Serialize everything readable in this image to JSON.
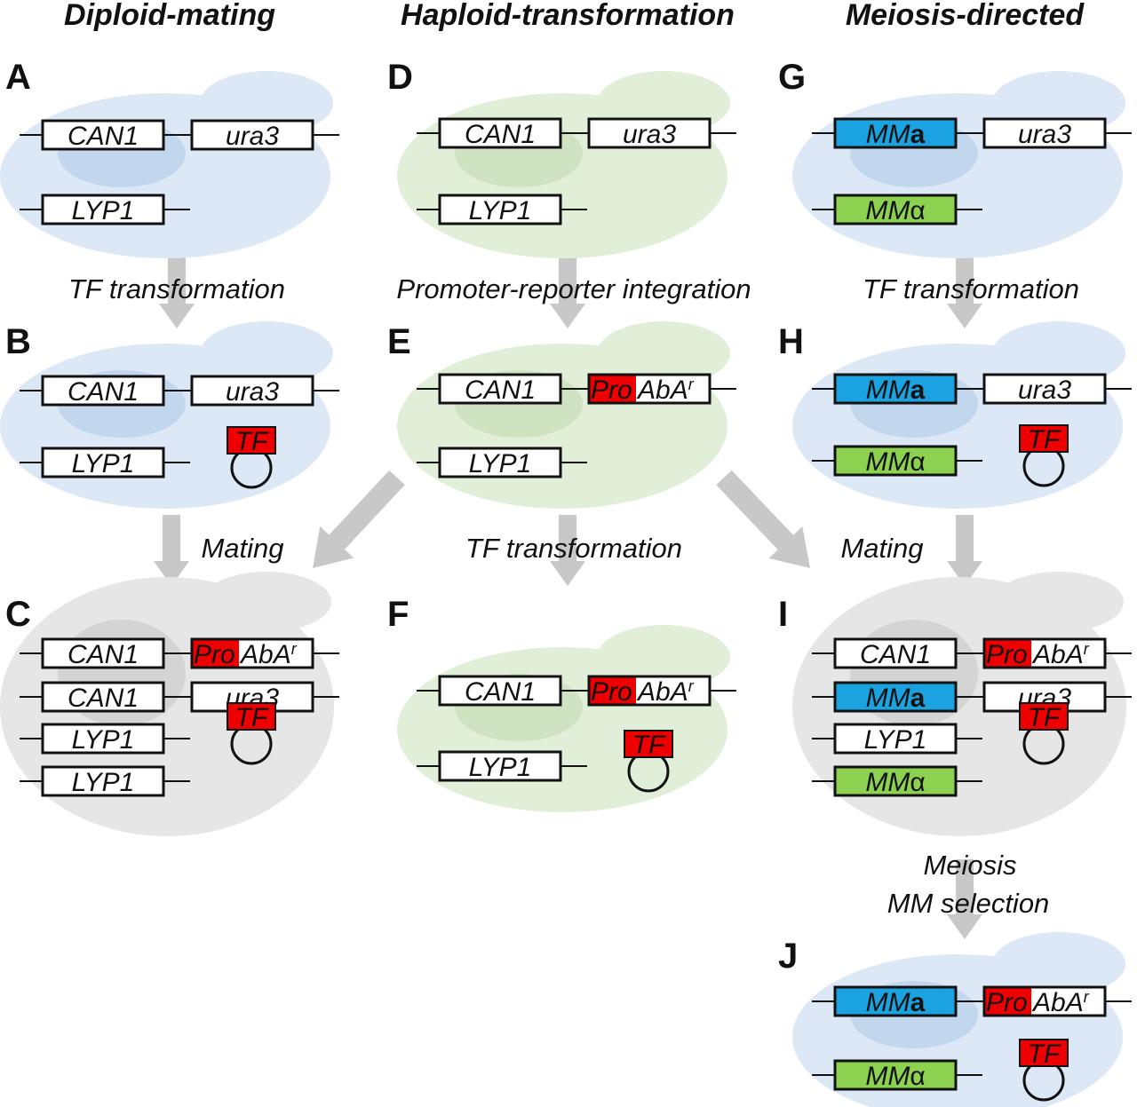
{
  "columns": [
    {
      "id": "diploid",
      "title": "Diploid-mating"
    },
    {
      "id": "haploid",
      "title": "Haploid-transformation"
    },
    {
      "id": "meiosis",
      "title": "Meiosis-directed"
    }
  ],
  "colors": {
    "cell_blue": "#dce8f5",
    "nucleus_blue": "#c2d7ee",
    "cell_green": "#e1efd8",
    "nucleus_green": "#cfe3c2",
    "cell_gray": "#e6e6e6",
    "nucleus_gray": "#d4d4d4",
    "promoter_red": "#ee0000",
    "mma_blue": "#1aa3e0",
    "mmalpha_green": "#8cd150",
    "arrow_gray": "#c8c8c8"
  },
  "steps": {
    "a_to_b": "TF transformation",
    "d_to_e": "Promoter-reporter integration",
    "g_to_h": "TF transformation",
    "b_to_c": "Mating",
    "e_to_f": "TF transformation",
    "h_to_i": "Mating",
    "i_to_j_line1": "Meiosis",
    "i_to_j_line2": "MM selection"
  },
  "genes": {
    "can1": "CAN1",
    "ura3": "ura3",
    "lyp1": "LYP1",
    "pro": "Pro",
    "abar": "AbA",
    "abar_sup": "r",
    "tf": "TF",
    "mma_prefix": "MM",
    "mma_suffix": "a",
    "mmalpha_prefix": "MM",
    "mmalpha_suffix": "α"
  },
  "panels": [
    {
      "label": "A",
      "cell": "blue",
      "rows": [
        [
          "CAN1",
          "ura3"
        ],
        [
          "LYP1"
        ]
      ]
    },
    {
      "label": "B",
      "cell": "blue",
      "rows": [
        [
          "CAN1",
          "ura3"
        ],
        [
          "LYP1",
          "TF-plasmid"
        ]
      ]
    },
    {
      "label": "C",
      "cell": "gray",
      "rows": [
        [
          "CAN1",
          "ProAbAr"
        ],
        [
          "CAN1",
          "ura3"
        ],
        [
          "LYP1",
          "TF-plasmid"
        ],
        [
          "LYP1"
        ]
      ]
    },
    {
      "label": "D",
      "cell": "green",
      "rows": [
        [
          "CAN1",
          "ura3"
        ],
        [
          "LYP1"
        ]
      ]
    },
    {
      "label": "E",
      "cell": "green",
      "rows": [
        [
          "CAN1",
          "ProAbAr"
        ],
        [
          "LYP1"
        ]
      ]
    },
    {
      "label": "F",
      "cell": "green",
      "rows": [
        [
          "CAN1",
          "ProAbAr"
        ],
        [
          "LYP1",
          "TF-plasmid"
        ]
      ]
    },
    {
      "label": "G",
      "cell": "blue",
      "rows": [
        [
          "MMa",
          "ura3"
        ],
        [
          "MMα"
        ]
      ]
    },
    {
      "label": "H",
      "cell": "blue",
      "rows": [
        [
          "MMa",
          "ura3"
        ],
        [
          "MMα",
          "TF-plasmid"
        ]
      ]
    },
    {
      "label": "I",
      "cell": "gray",
      "rows": [
        [
          "CAN1",
          "ProAbAr"
        ],
        [
          "MMa",
          "ura3"
        ],
        [
          "LYP1",
          "TF-plasmid"
        ],
        [
          "MMα"
        ]
      ]
    },
    {
      "label": "J",
      "cell": "blue",
      "rows": [
        [
          "MMa",
          "ProAbAr"
        ],
        [
          "MMα",
          "TF-plasmid"
        ]
      ]
    }
  ]
}
